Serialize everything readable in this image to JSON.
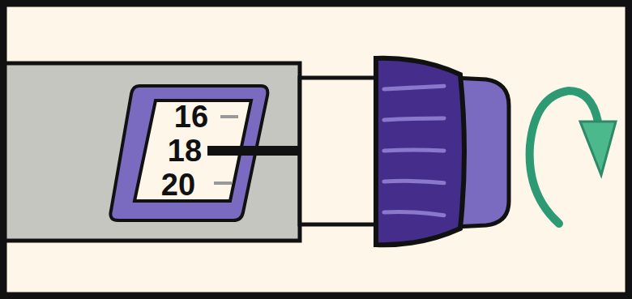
{
  "diagram": {
    "labels": [
      "16",
      "18",
      "20"
    ]
  }
}
